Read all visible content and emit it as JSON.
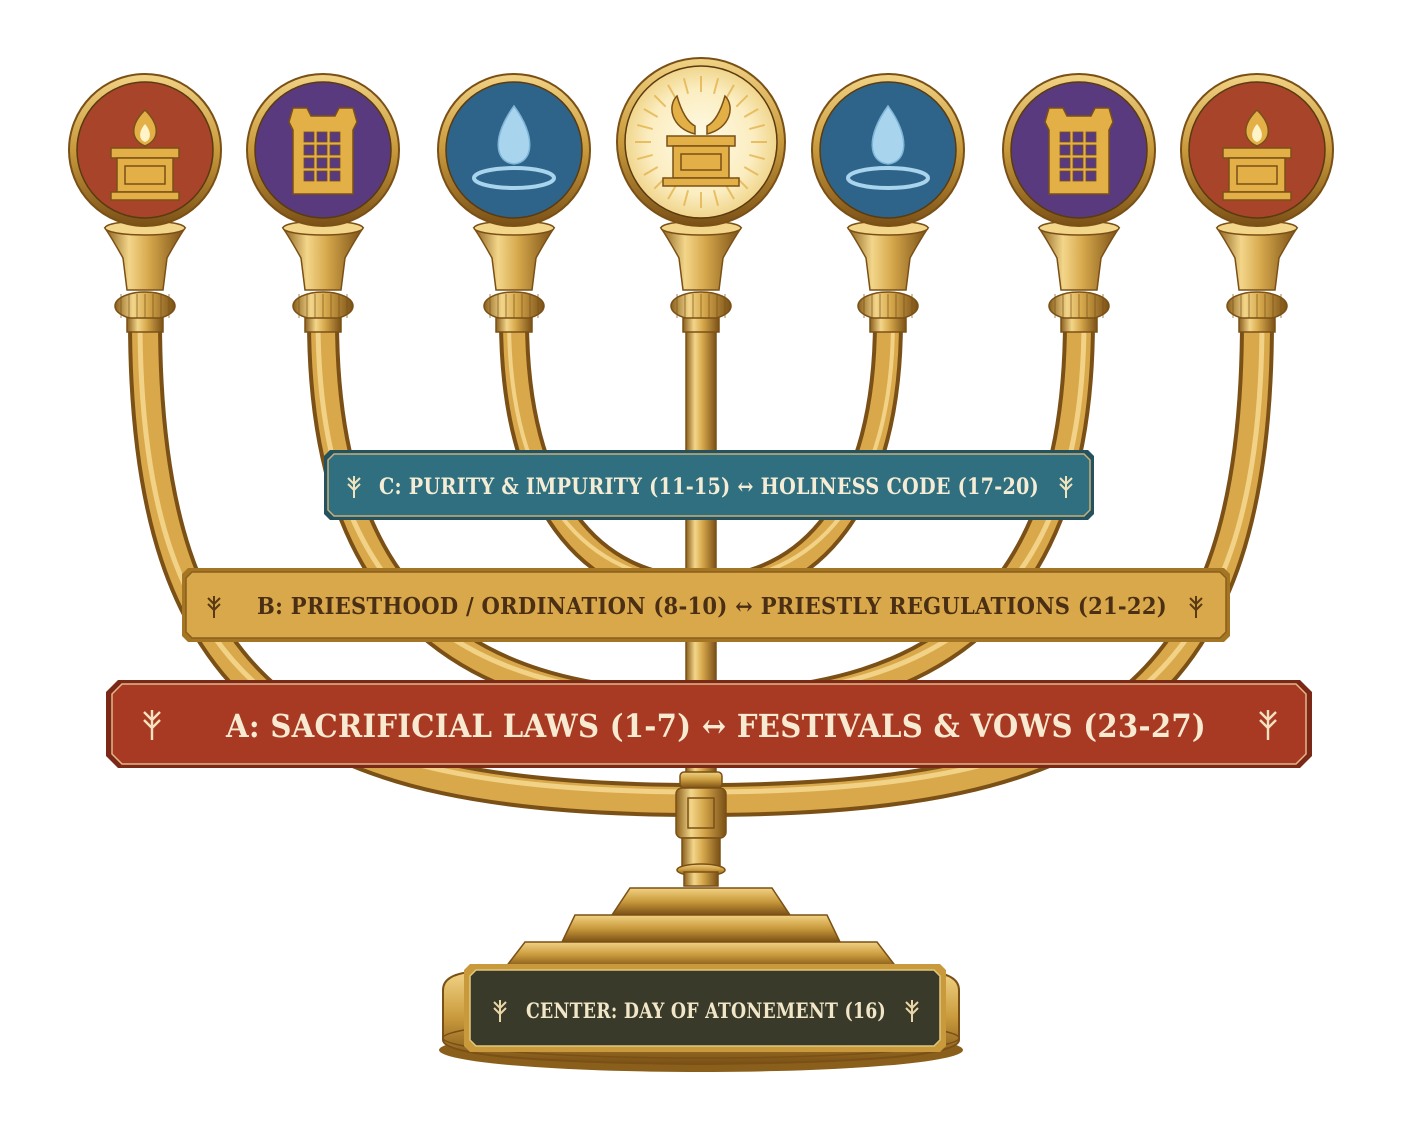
{
  "diagram": {
    "banners": {
      "c": {
        "text": "C: PURITY & IMPURITY (11-15) ↔ HOLINESS CODE (17-20)",
        "fill": "#2f6f7f",
        "text_color": "#f4ecd4"
      },
      "b": {
        "text": "B: PRIESTHOOD / ORDINATION (8-10) ↔ PRIESTLY REGULATIONS (21-22)",
        "fill": "#d9a84a",
        "text_color": "#4a2f14"
      },
      "a": {
        "text": "A: SACRIFICIAL LAWS (1-7) ↔ FESTIVALS & VOWS (23-27)",
        "fill": "#a83a24",
        "text_color": "#f7ead0"
      },
      "center": {
        "text": "CENTER: DAY OF ATONEMENT (16)",
        "fill": "#3a3a2a",
        "text_color": "#f1e6c8"
      }
    },
    "medallions": [
      {
        "icon": "altar-fire-icon",
        "color": "#a8442a"
      },
      {
        "icon": "breastplate-icon",
        "color": "#5a3a7e"
      },
      {
        "icon": "water-drop-icon",
        "color": "#2f648a"
      },
      {
        "icon": "ark-of-covenant-icon",
        "color": "#fbedc0"
      },
      {
        "icon": "water-drop-icon",
        "color": "#2f648a"
      },
      {
        "icon": "breastplate-icon",
        "color": "#5a3a7e"
      },
      {
        "icon": "altar-fire-icon",
        "color": "#a8442a"
      }
    ],
    "colors": {
      "gold": "#c99a3c",
      "gold_dark": "#8a5f1c",
      "gold_light": "#f3d68a"
    }
  }
}
